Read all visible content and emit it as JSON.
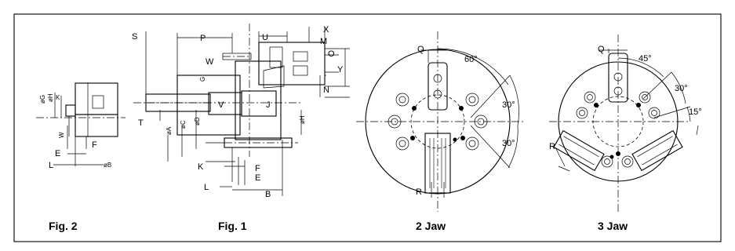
{
  "colors": {
    "line": "#000000",
    "background": "#ffffff"
  },
  "captions": {
    "fig2": "Fig. 2",
    "fig1": "Fig. 1",
    "jaw2": "2 Jaw",
    "jaw3": "3 Jaw"
  },
  "labels": {
    "S": "S",
    "P": "P",
    "U": "U",
    "X": "X",
    "M": "M",
    "O": "O",
    "W": "W",
    "G": "G",
    "Y": "Y",
    "N": "N",
    "V": "V",
    "J": "J",
    "T": "T",
    "A": "øA",
    "C": "øC",
    "D": "øD",
    "H": "øH",
    "K": "K",
    "F": "F",
    "E": "E",
    "L": "L",
    "B": "B",
    "Q": "Q",
    "R": "R"
  },
  "fig2_labels": {
    "G": "øG",
    "H": "øH",
    "K": "K",
    "W": "W",
    "F": "F",
    "E": "E",
    "L": "L",
    "B": "øB"
  },
  "angles_2jaw": {
    "a60": "60°",
    "a30a": "30°",
    "a30b": "30°"
  },
  "angles_3jaw": {
    "a45": "45°",
    "a30": "30°",
    "a15": "15°"
  }
}
